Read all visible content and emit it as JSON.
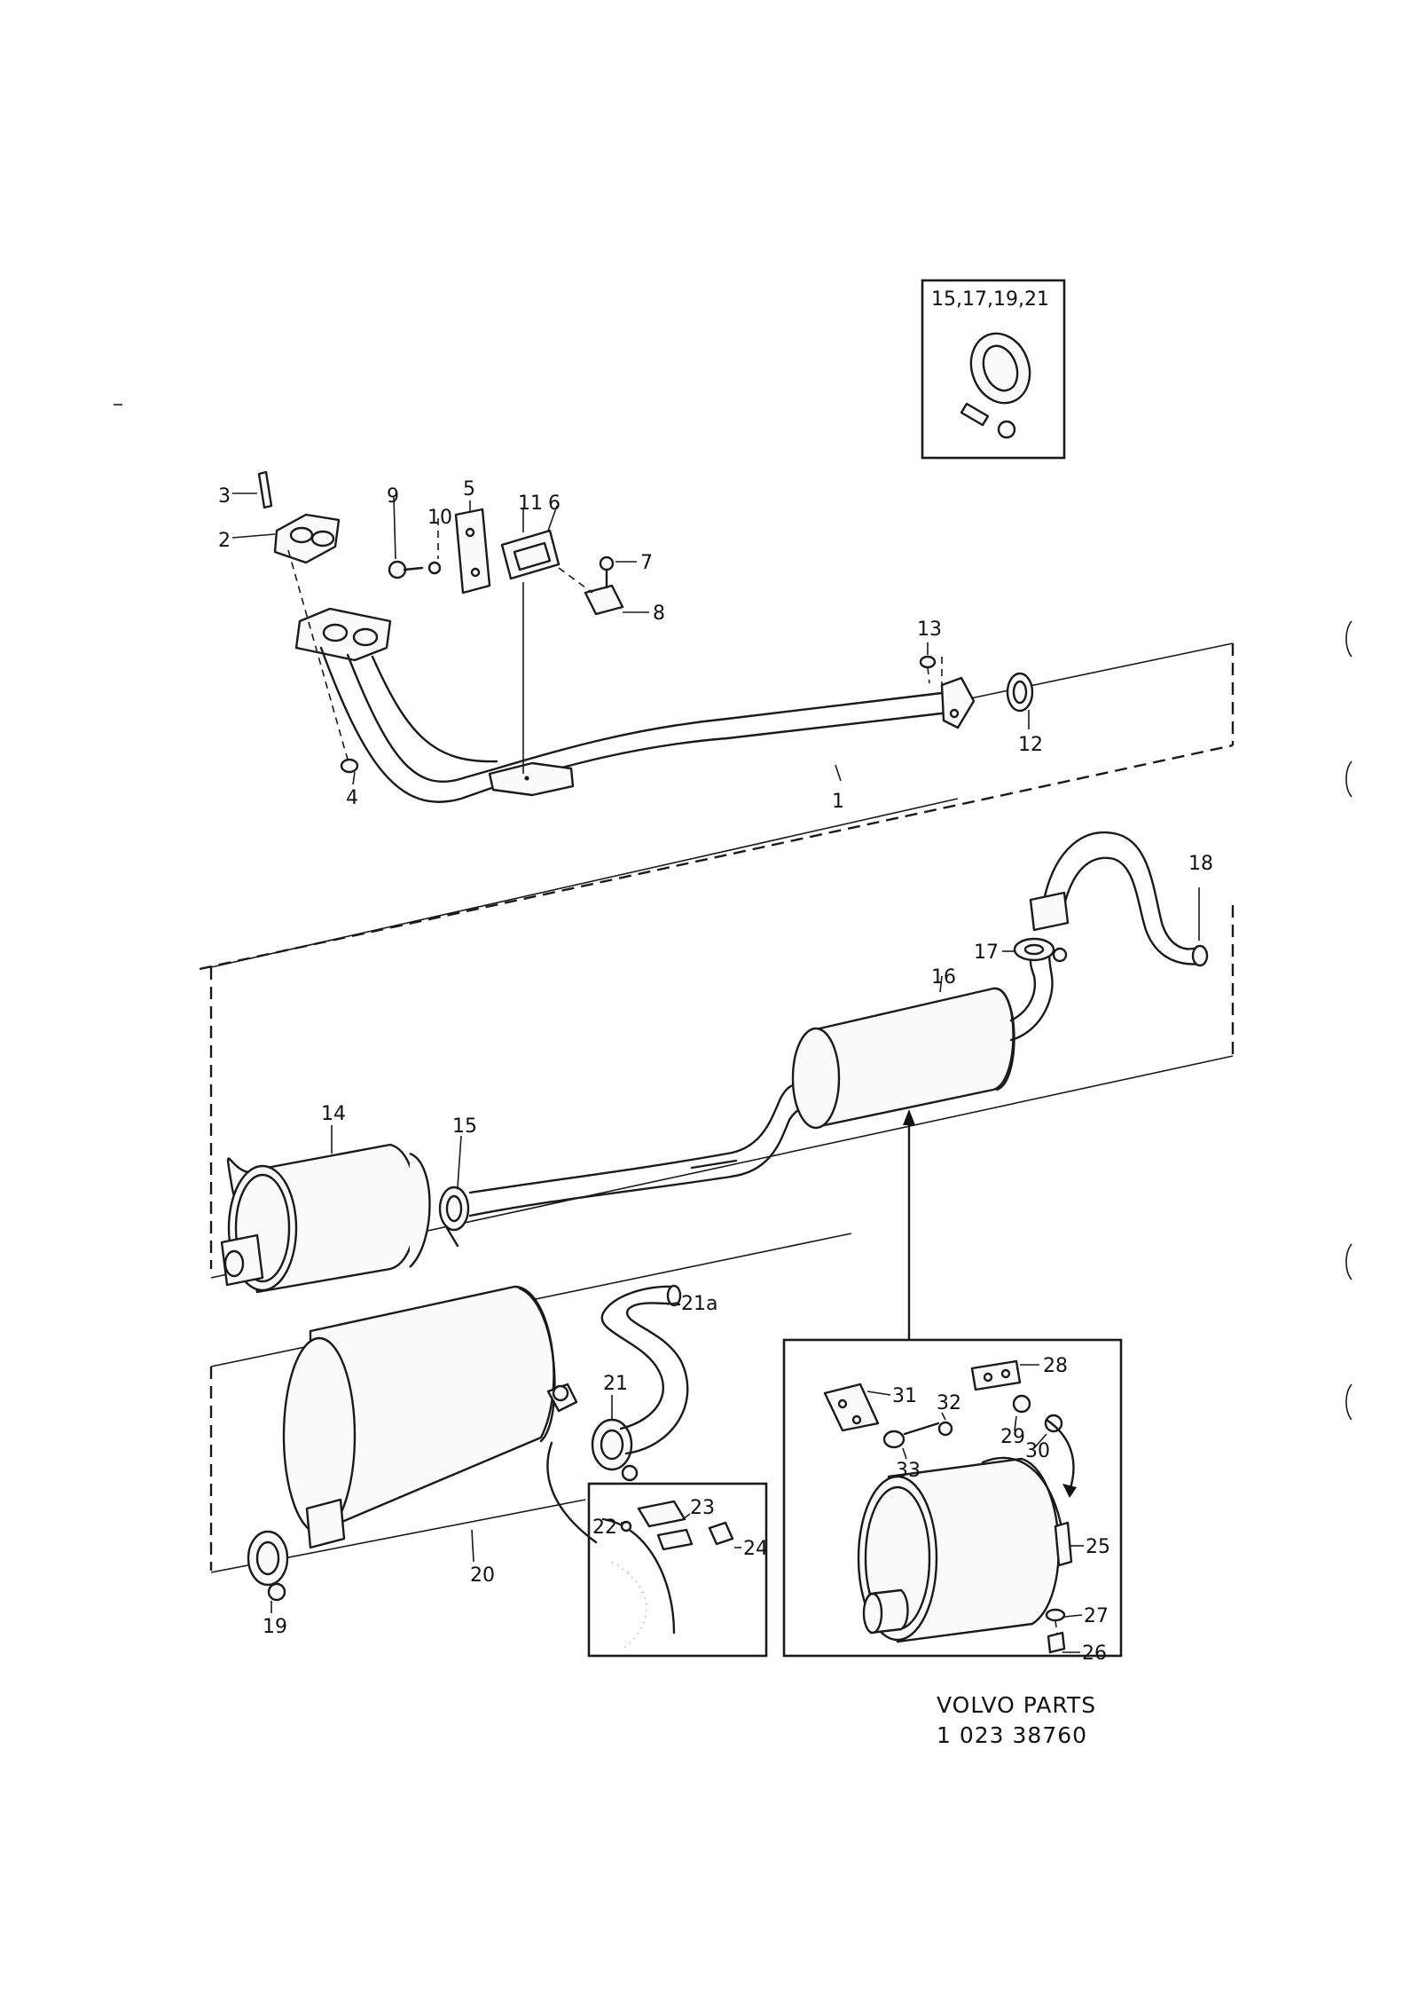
{
  "diagram": {
    "callouts": {
      "c1": "1",
      "c2": "2",
      "c3": "3",
      "c4": "4",
      "c5": "5",
      "c6": "6",
      "c7": "7",
      "c8": "8",
      "c9": "9",
      "c10": "10",
      "c11": "11",
      "c12": "12",
      "c13": "13",
      "c14": "14",
      "c15": "15",
      "c16": "16",
      "c17": "17",
      "c18": "18",
      "c19": "19",
      "c20": "20",
      "c21": "21",
      "c21a": "21a",
      "c22": "22",
      "c23": "23",
      "c24": "24",
      "c25": "25",
      "c26": "26",
      "c27": "27",
      "c28": "28",
      "c29": "29",
      "c30": "30",
      "c31": "31",
      "c32": "32",
      "c33": "33"
    },
    "inset_clamp_label": "15,17,19,21",
    "footer": {
      "line1": "VOLVO PARTS",
      "line2": "1 023 38760"
    }
  }
}
